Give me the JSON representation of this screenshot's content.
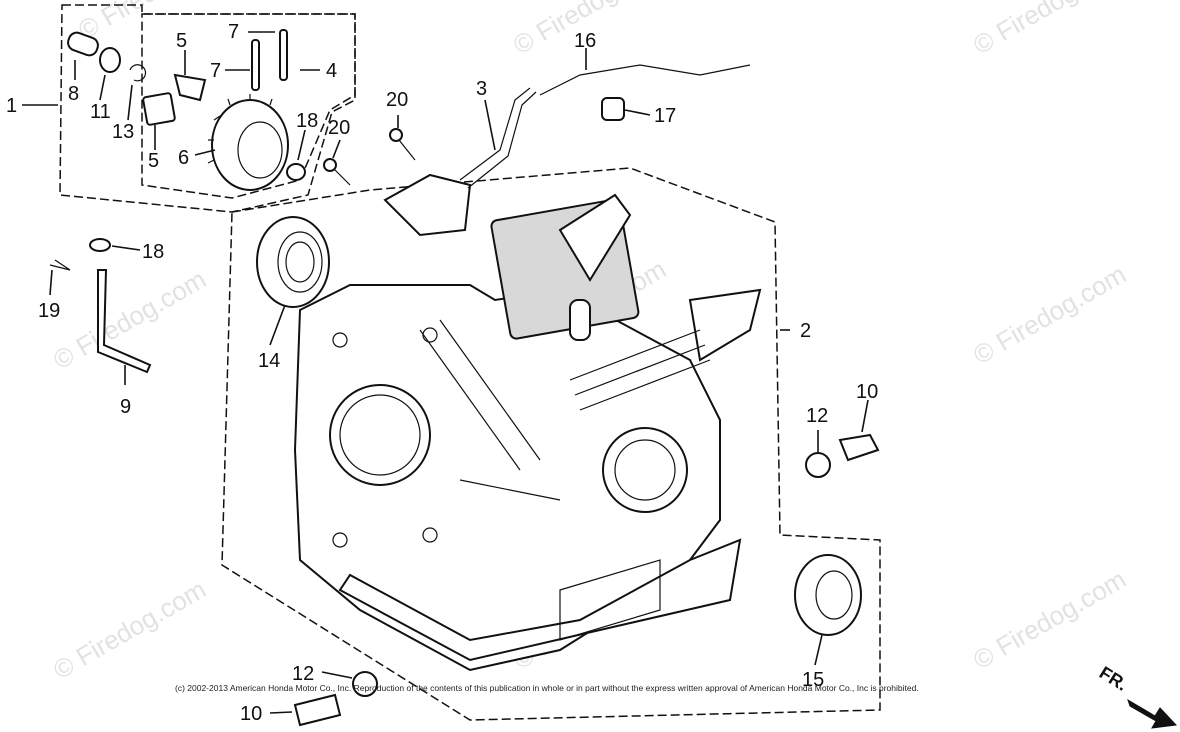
{
  "watermark": "© Firedog.com",
  "copyright": "(c) 2002-2013 American Honda Motor Co., Inc. Reproduction of the contents of this publication in whole or in part without the express written approval of American Honda Motor Co., Inc is prohibited.",
  "direction": "FR.",
  "callouts": {
    "c1": "1",
    "c2": "2",
    "c3": "3",
    "c4": "4",
    "c5a": "5",
    "c5b": "5",
    "c6": "6",
    "c7a": "7",
    "c7b": "7",
    "c8": "8",
    "c9": "9",
    "c10a": "10",
    "c10b": "10",
    "c11": "11",
    "c12a": "12",
    "c12b": "12",
    "c13": "13",
    "c14": "14",
    "c15": "15",
    "c16": "16",
    "c17": "17",
    "c18a": "18",
    "c18b": "18",
    "c19": "19",
    "c20a": "20",
    "c20b": "20"
  }
}
